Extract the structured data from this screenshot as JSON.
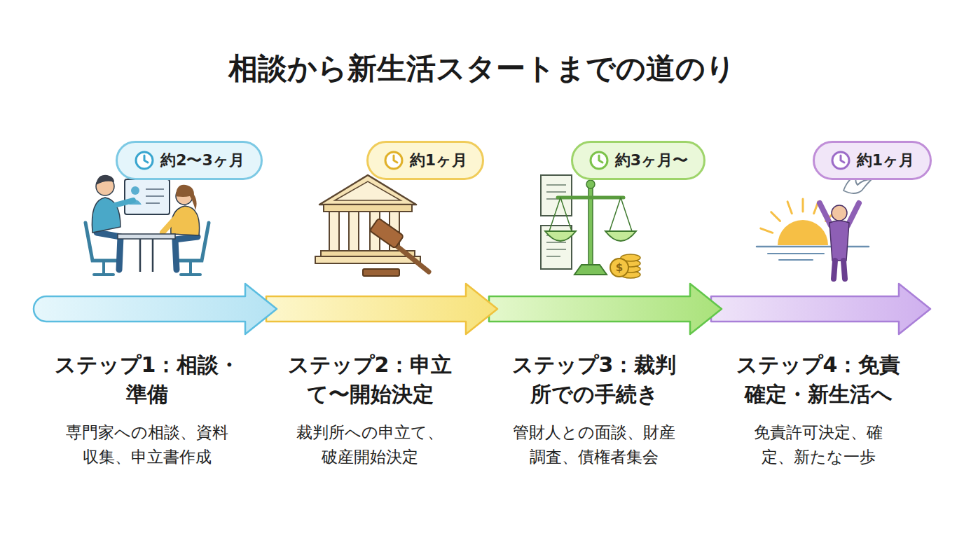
{
  "diagram": {
    "title": "相談から新生活スタートまでの道のり",
    "nodes": [
      {
        "text": [
          "約2〜3ヶ月"
        ]
      },
      {
        "text": [
          "ステップ1：相談・準備",
          "専門家への相談、資料収集、申立書作成"
        ]
      },
      {
        "text": [
          "約1ヶ月"
        ]
      },
      {
        "text": [
          "ステップ2：申立て〜開始決定",
          "裁判所への申立て、破産開始決定"
        ]
      },
      {
        "text": [
          "約3ヶ月〜"
        ]
      },
      {
        "text": [
          "ステップ3：裁判所での手続き",
          "管財人との面談、財産調査、債権者集会"
        ]
      },
      {
        "text": [
          "約1ヶ月"
        ]
      },
      {
        "text": [
          "ステップ4：免責確定・新生活へ",
          "免責許可決定、確定、新たな一歩"
        ]
      }
    ],
    "labels": [
      "$"
    ]
  }
}
